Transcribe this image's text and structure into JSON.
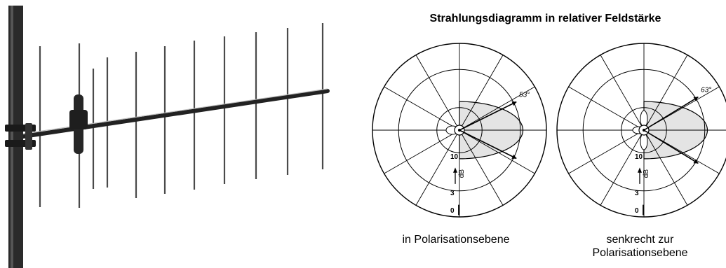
{
  "title": "Strahlungsdiagramm in relativer Feldstärke",
  "diagrams": [
    {
      "caption_lines": [
        "in Polarisationsebene"
      ],
      "opening_angle_label": "53°",
      "opening_angle_deg": 53,
      "level_labels": [
        "10",
        "3",
        "0"
      ],
      "unit_label": "dB"
    },
    {
      "caption_lines": [
        "senkrecht zur",
        "Polarisationsebene"
      ],
      "opening_angle_label": "63°",
      "opening_angle_deg": 63,
      "level_labels": [
        "10",
        "3",
        "0"
      ],
      "unit_label": "dB"
    }
  ],
  "antenna": {
    "element_count": 11
  },
  "colors": {
    "lobe_fill": "#e4e4e4",
    "mast": "#2a2a2a",
    "boom": "#333333",
    "element": "#4a4a4a"
  }
}
